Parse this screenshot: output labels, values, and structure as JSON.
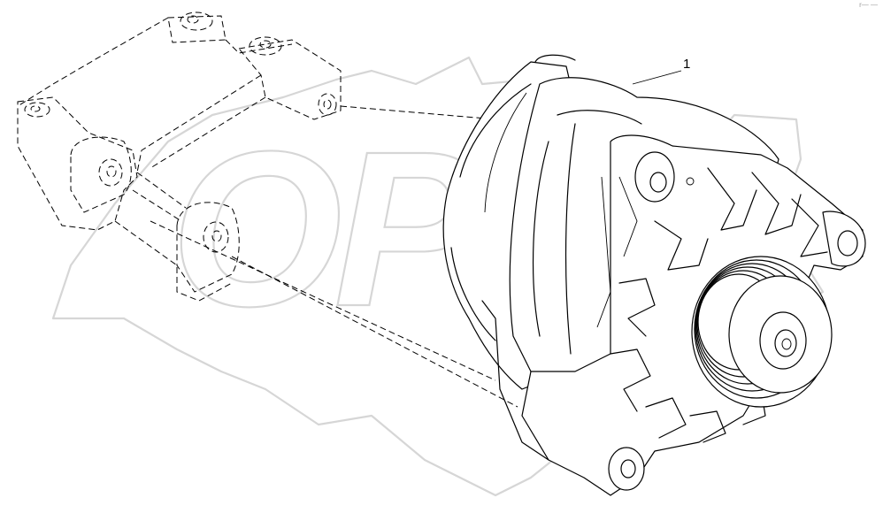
{
  "watermark": {
    "text": "OPEX"
  },
  "callouts": [
    {
      "label": "1"
    }
  ],
  "corner_mark": {
    "text": "r— —"
  }
}
